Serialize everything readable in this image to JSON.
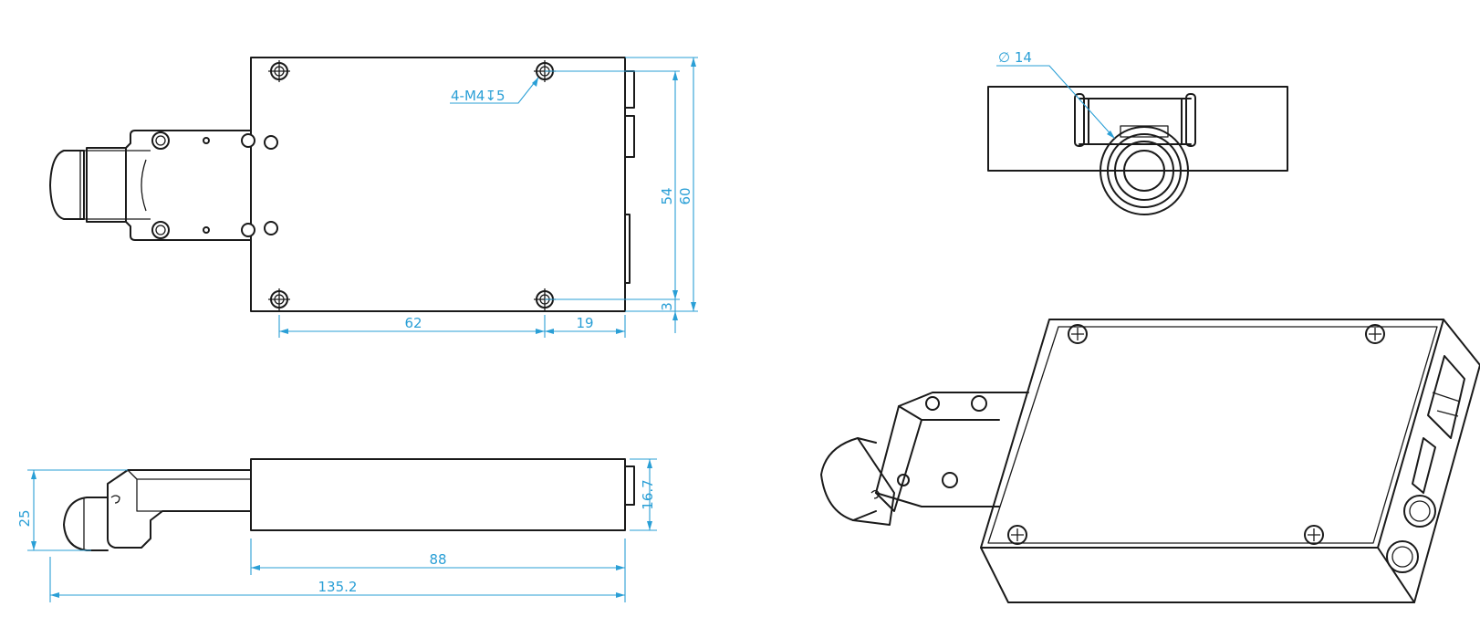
{
  "colors": {
    "dimension": "#2a9fd6",
    "outline": "#1a1a1a",
    "background": "#ffffff"
  },
  "dimensions": {
    "thread_note": "4-M4↧5",
    "hole_pitch_x": "62",
    "edge_offset_right": "19",
    "hole_pitch_y": "54",
    "body_width": "60",
    "edge_offset_bottom": "3",
    "side_height": "25",
    "body_thickness": "16.7",
    "body_length": "88",
    "overall_length": "135.2",
    "nozzle_diameter": "∅ 14"
  }
}
